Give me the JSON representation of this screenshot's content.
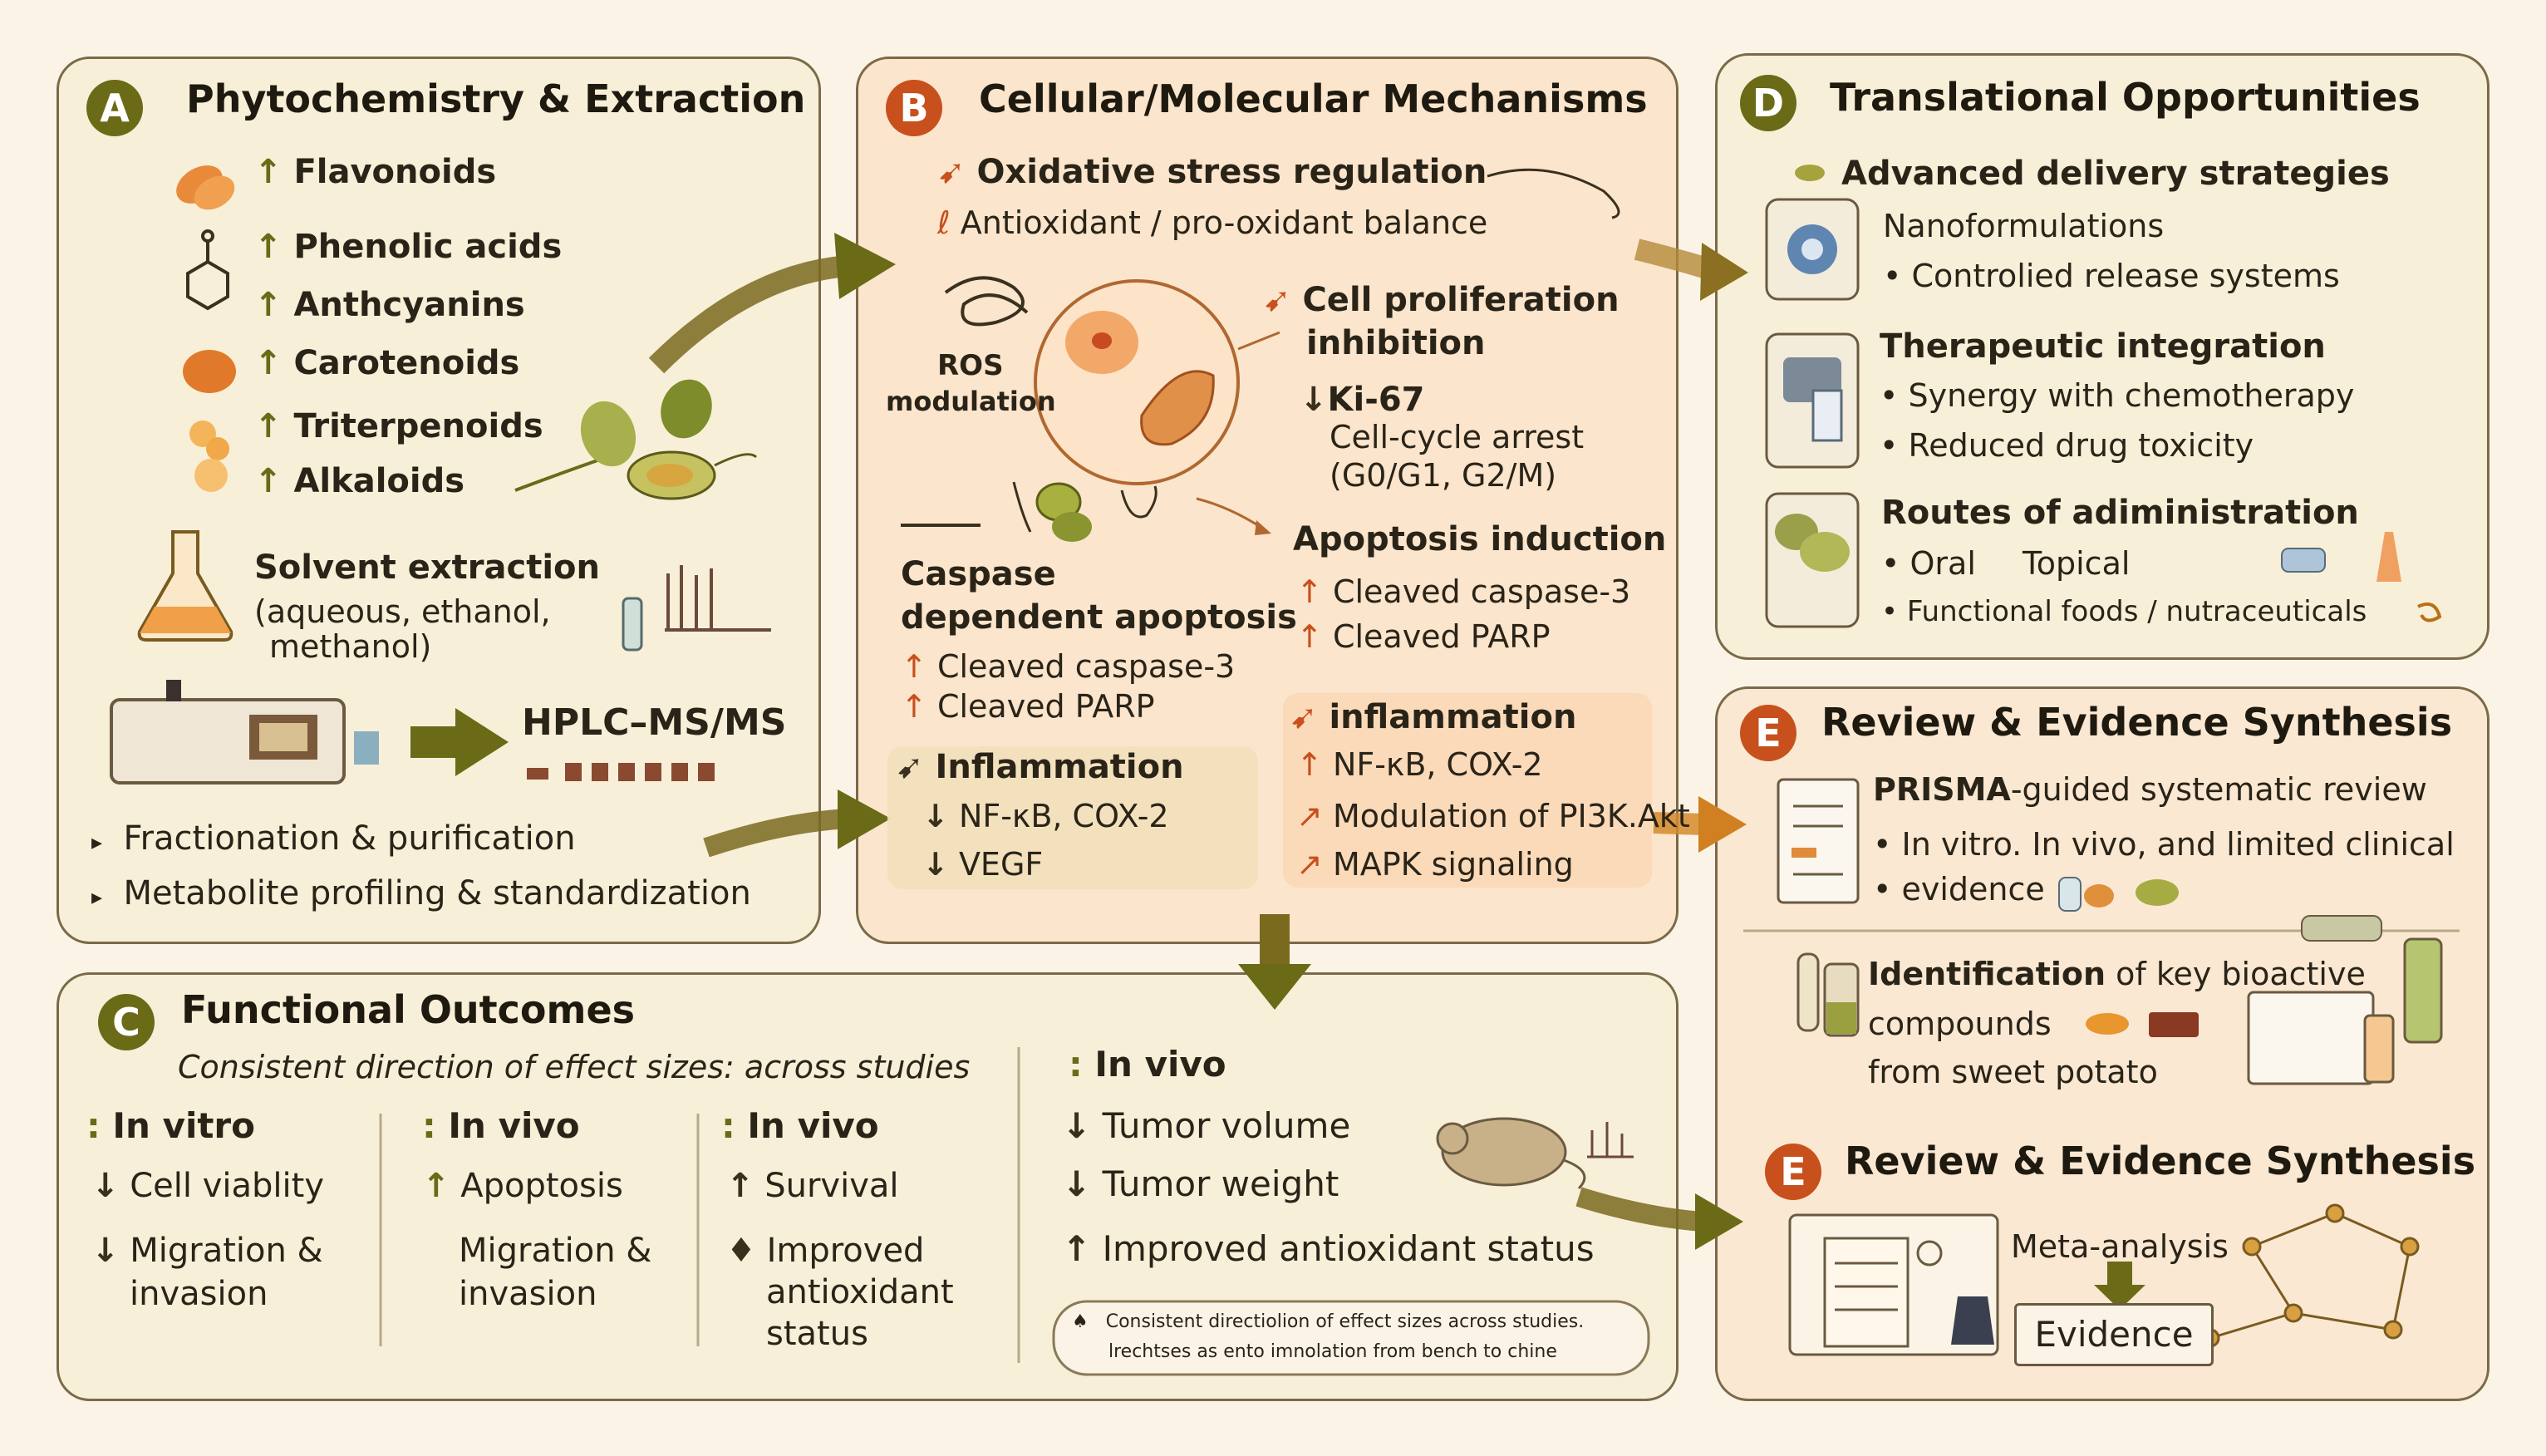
{
  "panel_a": {
    "letter": "A",
    "title": "Phytochemistry & Extraction",
    "compounds": [
      "Flavonoids",
      "Phenolic acids",
      "Anthcyanins",
      "Carotenoids",
      "Triterpenoids",
      "Alkaloids"
    ],
    "extraction_title": "Solvent extraction",
    "extraction_sub1": "(aqueous, ethanol,",
    "extraction_sub2": "methanol)",
    "hplc": "HPLC–MS/MS",
    "bullets": [
      "Fractionation & purification",
      "Metabolite profiling & standardization"
    ]
  },
  "panel_b": {
    "letter": "B",
    "title": "Cellular/Molecular Mechanisms",
    "oxidative_title": "Oxidative stress regulation",
    "oxidative_sub": "Antioxidant / pro-oxidant balance",
    "ros_1": "ROS",
    "ros_2": "modulation",
    "prolif_1": "Cell proliferation",
    "prolif_2": "inhibition",
    "ki67": "Ki-67",
    "cellcycle_1": "Cell-cycle arrest",
    "cellcycle_2": "(G0/G1, G2/M)",
    "caspase_1": "Caspase",
    "caspase_2": "dependent apoptosis",
    "caspase_items": [
      "Cleaved caspase-3",
      "Cleaved PARP"
    ],
    "apoptosis_title": "Apoptosis induction",
    "apoptosis_items": [
      "Cleaved caspase-3",
      "Cleaved PARP"
    ],
    "inflam_left_title": "Inflammation",
    "inflam_left_items": [
      "NF-κB, COX-2",
      "VEGF"
    ],
    "inflam_right_title": "inflammation",
    "inflam_right_items": [
      "NF-κB, COX-2",
      "Modulation of PI3K.Akt",
      "MAPK signaling"
    ]
  },
  "panel_c": {
    "letter": "C",
    "title": "Functional Outcomes",
    "subtitle": "Consistent direction of effect sizes: across studies",
    "col1_head": "In vitro",
    "col1_items": [
      "Cell viablity",
      "Migration &",
      "invasion"
    ],
    "col2_head": "In vivo",
    "col2_items": [
      "Apoptosis",
      "Migration &",
      "invasion"
    ],
    "col3_head": "In vivo",
    "col3_items": [
      "Survival",
      "Improved",
      "antioxidant",
      "status"
    ],
    "col4_head": "In vivo",
    "col4_items": [
      "Tumor volume",
      "Tumor weight",
      "Improved antioxidant status"
    ],
    "note_1": "Consistent directiolion of effect sizes across studies.",
    "note_2": "lrechtses as ento imnolation from bench to chine"
  },
  "panel_d": {
    "letter": "D",
    "title": "Translational Opportunities",
    "delivery_title": "Advanced delivery strategies",
    "delivery_1": "Nanoformulations",
    "delivery_2": "• Controlied release systems",
    "ther_title": "Therapeutic integration",
    "ther_1": "• Synergy with chemotherapy",
    "ther_2": "• Reduced drug toxicity",
    "routes_title": "Routes of adiministration",
    "routes_oral": "• Oral",
    "routes_topical": "Topical",
    "routes_food": "• Functional foods / nutraceuticals"
  },
  "panel_e": {
    "letter": "E",
    "title": "Review & Evidence Synthesis",
    "prisma_bold": "PRISMA",
    "prisma_rest": "-guided systematic review",
    "invitro_1": "• In vitro. In vivo, and limited clinical",
    "invitro_2": "• evidence",
    "ident_bold": "Identification",
    "ident_rest": " of key bioactive",
    "ident_2": "compounds",
    "ident_3": "from sweet potato"
  },
  "panel_e2": {
    "letter": "E",
    "title": "Review & Evidence Synthesis",
    "meta": "Meta-analysis",
    "evidence": "Evidence"
  },
  "colors": {
    "olive": "#6b6a17",
    "orange": "#c8501c",
    "background": "#fbf4e6",
    "panel_border": "#7a6a48"
  },
  "icons": [
    "flavonoid-leaf-icon",
    "molecule-icon",
    "orange-blob-icon",
    "triterpenoid-icon",
    "plant-sweet-potato-icon",
    "flask-icon",
    "hplc-machine-icon",
    "cell-icon",
    "gear-icon",
    "syringe-icon",
    "capsule-icon",
    "mouse-icon",
    "document-icon",
    "test-tubes-icon",
    "network-icon",
    "clipboard-icon"
  ]
}
